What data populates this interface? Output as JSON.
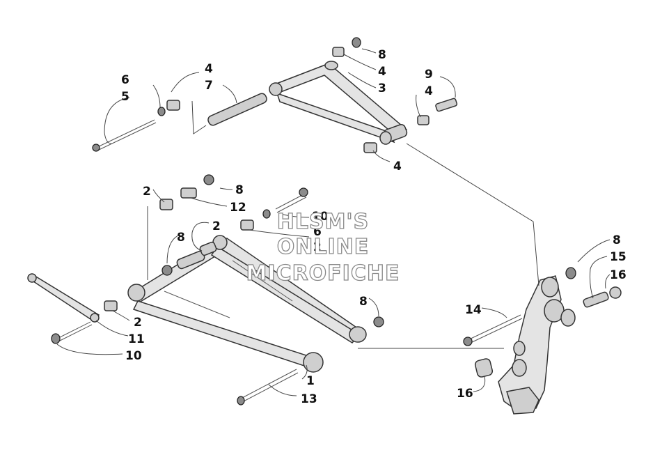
{
  "watermark": {
    "line1": "HLSM'S",
    "line2": "ONLINE",
    "line3": "MICROFICHE"
  },
  "callouts": {
    "c8_top": "8",
    "c4_top1": "4",
    "c3": "3",
    "c9": "9",
    "c4_right": "4",
    "c4_top2": "4",
    "c7": "7",
    "c6_top": "6",
    "c5": "5",
    "c4_lower": "4",
    "c2_a": "2",
    "c8_mid": "8",
    "c12": "12",
    "c10_mid": "10",
    "c6_mid": "6",
    "c2_mid": "2",
    "c8_left": "8",
    "c2_b": "2",
    "c8_right": "8",
    "c15": "15",
    "c16_right": "16",
    "c8_arm": "8",
    "c14": "14",
    "c2_c": "2",
    "c11": "11",
    "c10_bottom": "10",
    "c1": "1",
    "c13": "13",
    "c16_bottom": "16"
  }
}
